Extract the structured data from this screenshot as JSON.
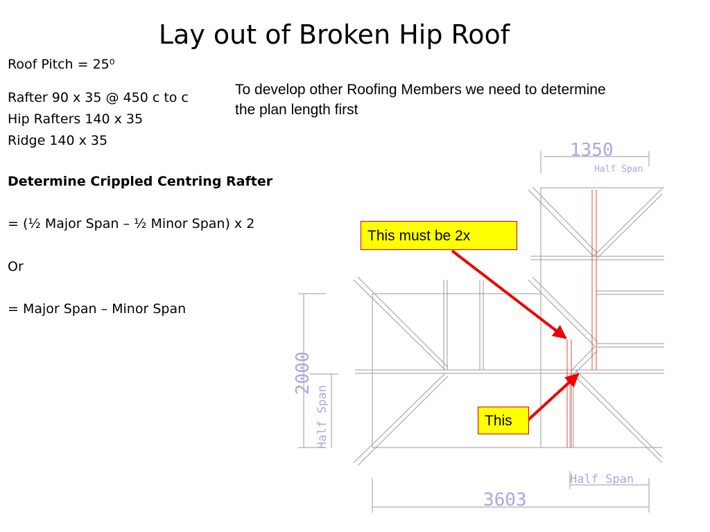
{
  "title": "Lay out of Broken Hip Roof",
  "specs": {
    "pitch": "Roof Pitch = 25⁰",
    "rafter": "Rafter 90 x 35 @ 450 c to c",
    "hip": "Hip Rafters 140 x 35",
    "ridge": "Ridge 140 x 35"
  },
  "method": {
    "heading": "Determine Crippled Centring Rafter",
    "formula1": "= (½ Major Span – ½ Minor Span) x 2",
    "or": "Or",
    "formula2": "= Major Span – Minor Span"
  },
  "intro": "To develop other Roofing Members we need to determine the plan length first",
  "callouts": {
    "must": "This must be 2x",
    "this": "This"
  },
  "dimensions": {
    "top_value": "1350",
    "top_label": "Half Span",
    "left_value": "2000",
    "left_label": "Half Span",
    "bottom_label": "Half Span",
    "bottom_value": "3603"
  },
  "colors": {
    "arrow": "#ee0000",
    "dimension_text": "#a8a8e8",
    "callout_fill": "#ffff00"
  }
}
